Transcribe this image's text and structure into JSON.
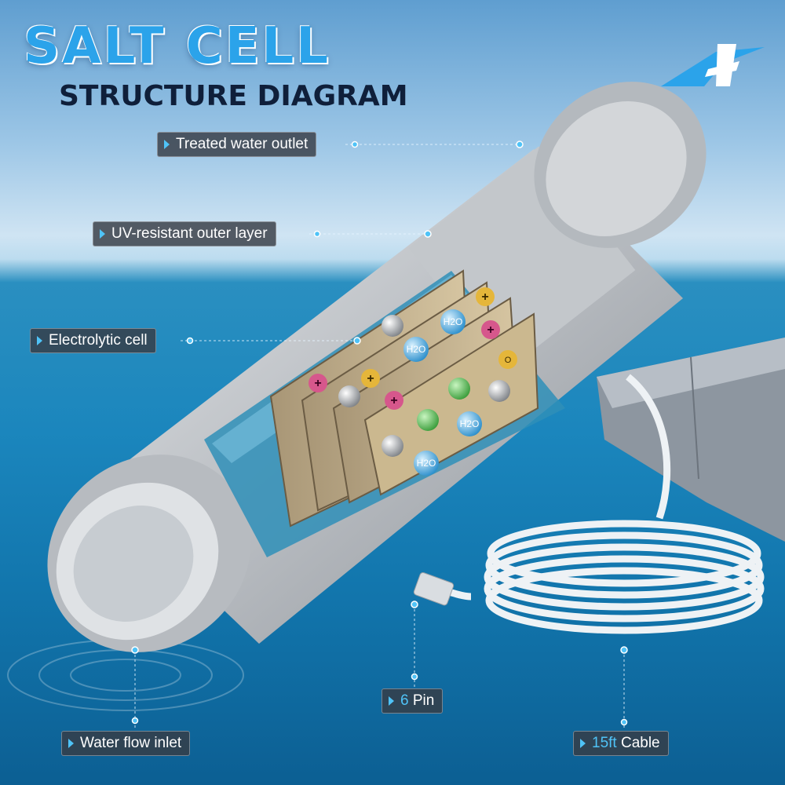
{
  "title": {
    "main": "SALT CELL",
    "sub": "STRUCTURE DIAGRAM"
  },
  "brand": {
    "logo_icon": "stylized-a-logo",
    "color": "#2ba3ea"
  },
  "callouts": {
    "outlet": {
      "label": "Treated water outlet"
    },
    "outer_layer": {
      "label": "UV-resistant outer layer"
    },
    "cell": {
      "label": "Electrolytic cell"
    },
    "pin": {
      "value": "6",
      "label": " Pin"
    },
    "inlet": {
      "label": "Water flow inlet"
    },
    "cable": {
      "value": "15ft",
      "label": " Cable"
    }
  },
  "molecules": {
    "water": "H2O",
    "positive": "+",
    "oxygen": "O"
  },
  "colors": {
    "accent": "#4fc3f7",
    "title_blue": "#2ba3ea",
    "title_dark": "#0f1f3a",
    "callout_bg": "#3a3f46",
    "ion_positive_pink": "#d6578c",
    "ion_positive_yellow": "#e5b63a",
    "water_molecule": "#3fa9e0",
    "chlorine_green": "#4cbb4c",
    "grey_ion": "#9a9a9a"
  }
}
